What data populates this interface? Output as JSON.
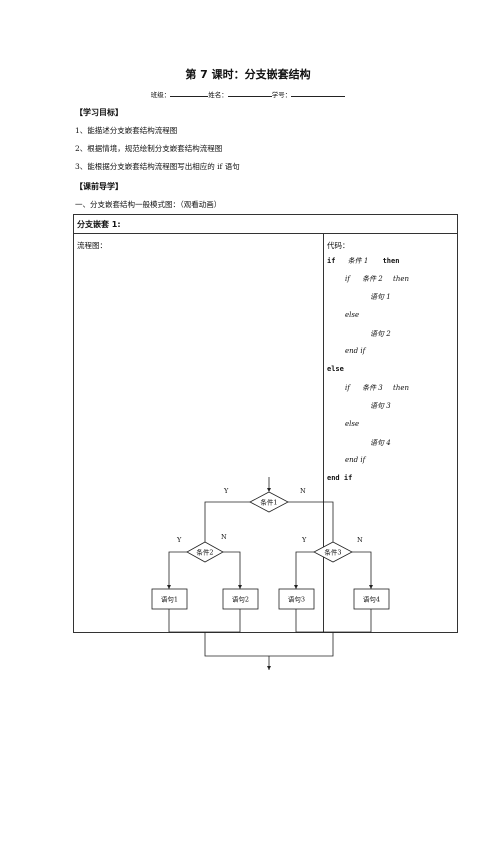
{
  "doc": {
    "title": "第 7 课时：分支嵌套结构",
    "info": {
      "class_label": "班级：",
      "name_label": "姓名：",
      "number_label": "学号："
    },
    "goals_heading": "【学习目标】",
    "goals": [
      "1、能描述分支嵌套结构流程图",
      "2、根据情境，规范绘制分支嵌套结构流程图",
      "3、能根据分支嵌套结构流程图写出相应的 if 语句"
    ],
    "guide_heading": "【课前导学】",
    "guide_intro": "一、分支嵌套结构一般模式图：（观看动画）"
  },
  "table": {
    "header": "分支嵌套 1:",
    "flow_label": "流程图：",
    "code_label": "代码：",
    "flowchart": {
      "cond1": "条件1",
      "cond2": "条件2",
      "cond3": "条件3",
      "yes": "Y",
      "no": "N",
      "stmt1": "语句1",
      "stmt2": "语句2",
      "stmt3": "语句3",
      "stmt4": "语句4"
    },
    "code": {
      "l1_kw": "if",
      "l1_cond": "条件 1",
      "l1_then": "then",
      "l2_kw": "if",
      "l2_cond": "条件 2",
      "l2_then": "then",
      "l3": "语句 1",
      "l4": "else",
      "l5": "语句 2",
      "l6": "end  if",
      "l7": "else",
      "l8_kw": "if",
      "l8_cond": "条件 3",
      "l8_then": "then",
      "l9": "语句 3",
      "l10": "else",
      "l11": "语句 4",
      "l12": "end  if",
      "l13": "end  if"
    }
  }
}
